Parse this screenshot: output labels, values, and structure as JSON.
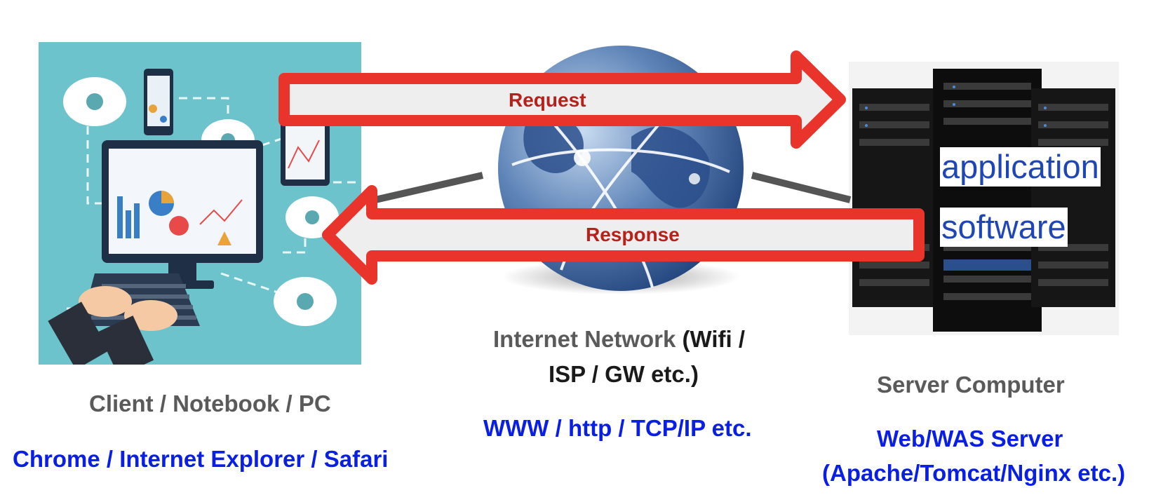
{
  "diagram": {
    "client": {
      "label": "Client / Notebook / PC",
      "software": "Chrome / Internet Explorer / Safari"
    },
    "network": {
      "label_main": "Internet Network",
      "label_paren_1": "(Wifi /",
      "label_paren_2": "ISP / GW etc.)",
      "protocols": "WWW / http / TCP/IP etc."
    },
    "server": {
      "label": "Server Computer",
      "software_line1": "Web/WAS Server",
      "software_line2": "(Apache/Tomcat/Nginx etc.)",
      "app_line1": "application",
      "app_line2": "software"
    },
    "arrows": {
      "request": "Request",
      "response": "Response"
    }
  },
  "colors": {
    "arrow_outline": "#e8342b",
    "arrow_fill": "#eeeeee",
    "arrow_text": "#b8201a",
    "blue_text": "#0a1fe6",
    "gray_text": "#5a5a5a",
    "client_bg": "#6cc3cb",
    "connector": "#555555"
  }
}
